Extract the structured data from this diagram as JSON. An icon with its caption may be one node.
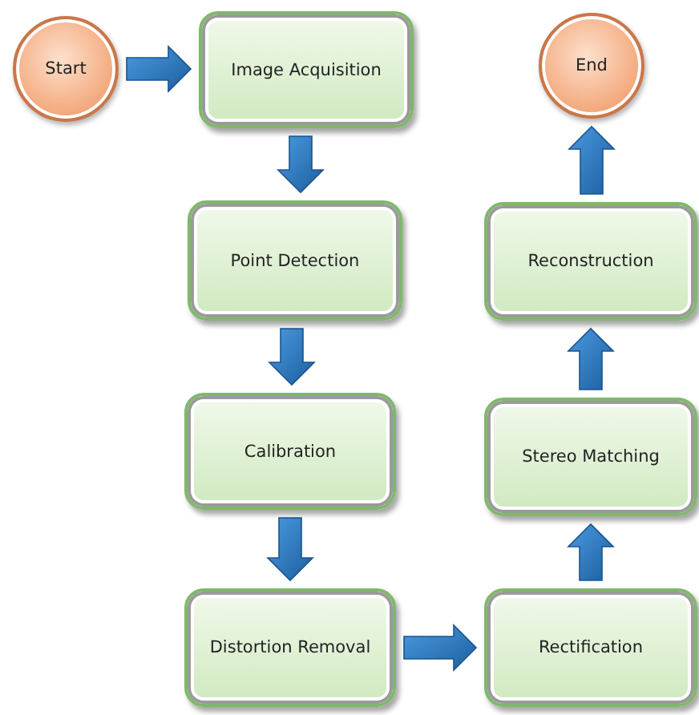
{
  "diagram": {
    "nodes": [
      {
        "text": [
          "Start"
        ]
      },
      {
        "text": [
          "Image Acquisition"
        ]
      },
      {
        "text": [
          "Point Detection"
        ]
      },
      {
        "text": [
          "Calibration"
        ]
      },
      {
        "text": [
          "Distortion Removal"
        ]
      },
      {
        "text": [
          "Rectification"
        ]
      },
      {
        "text": [
          "Stereo Matching"
        ]
      },
      {
        "text": [
          "Reconstruction"
        ]
      },
      {
        "text": [
          "End"
        ]
      }
    ],
    "edges": [
      {
        "from": 0,
        "to": 1,
        "arrow": "to"
      },
      {
        "from": 1,
        "to": 2,
        "arrow": "to"
      },
      {
        "from": 2,
        "to": 3,
        "arrow": "to"
      },
      {
        "from": 3,
        "to": 4,
        "arrow": "to"
      },
      {
        "from": 4,
        "to": 5,
        "arrow": "to"
      },
      {
        "from": 5,
        "to": 6,
        "arrow": "to"
      },
      {
        "from": 6,
        "to": 7,
        "arrow": "to"
      },
      {
        "from": 7,
        "to": 8,
        "arrow": "to"
      }
    ]
  }
}
